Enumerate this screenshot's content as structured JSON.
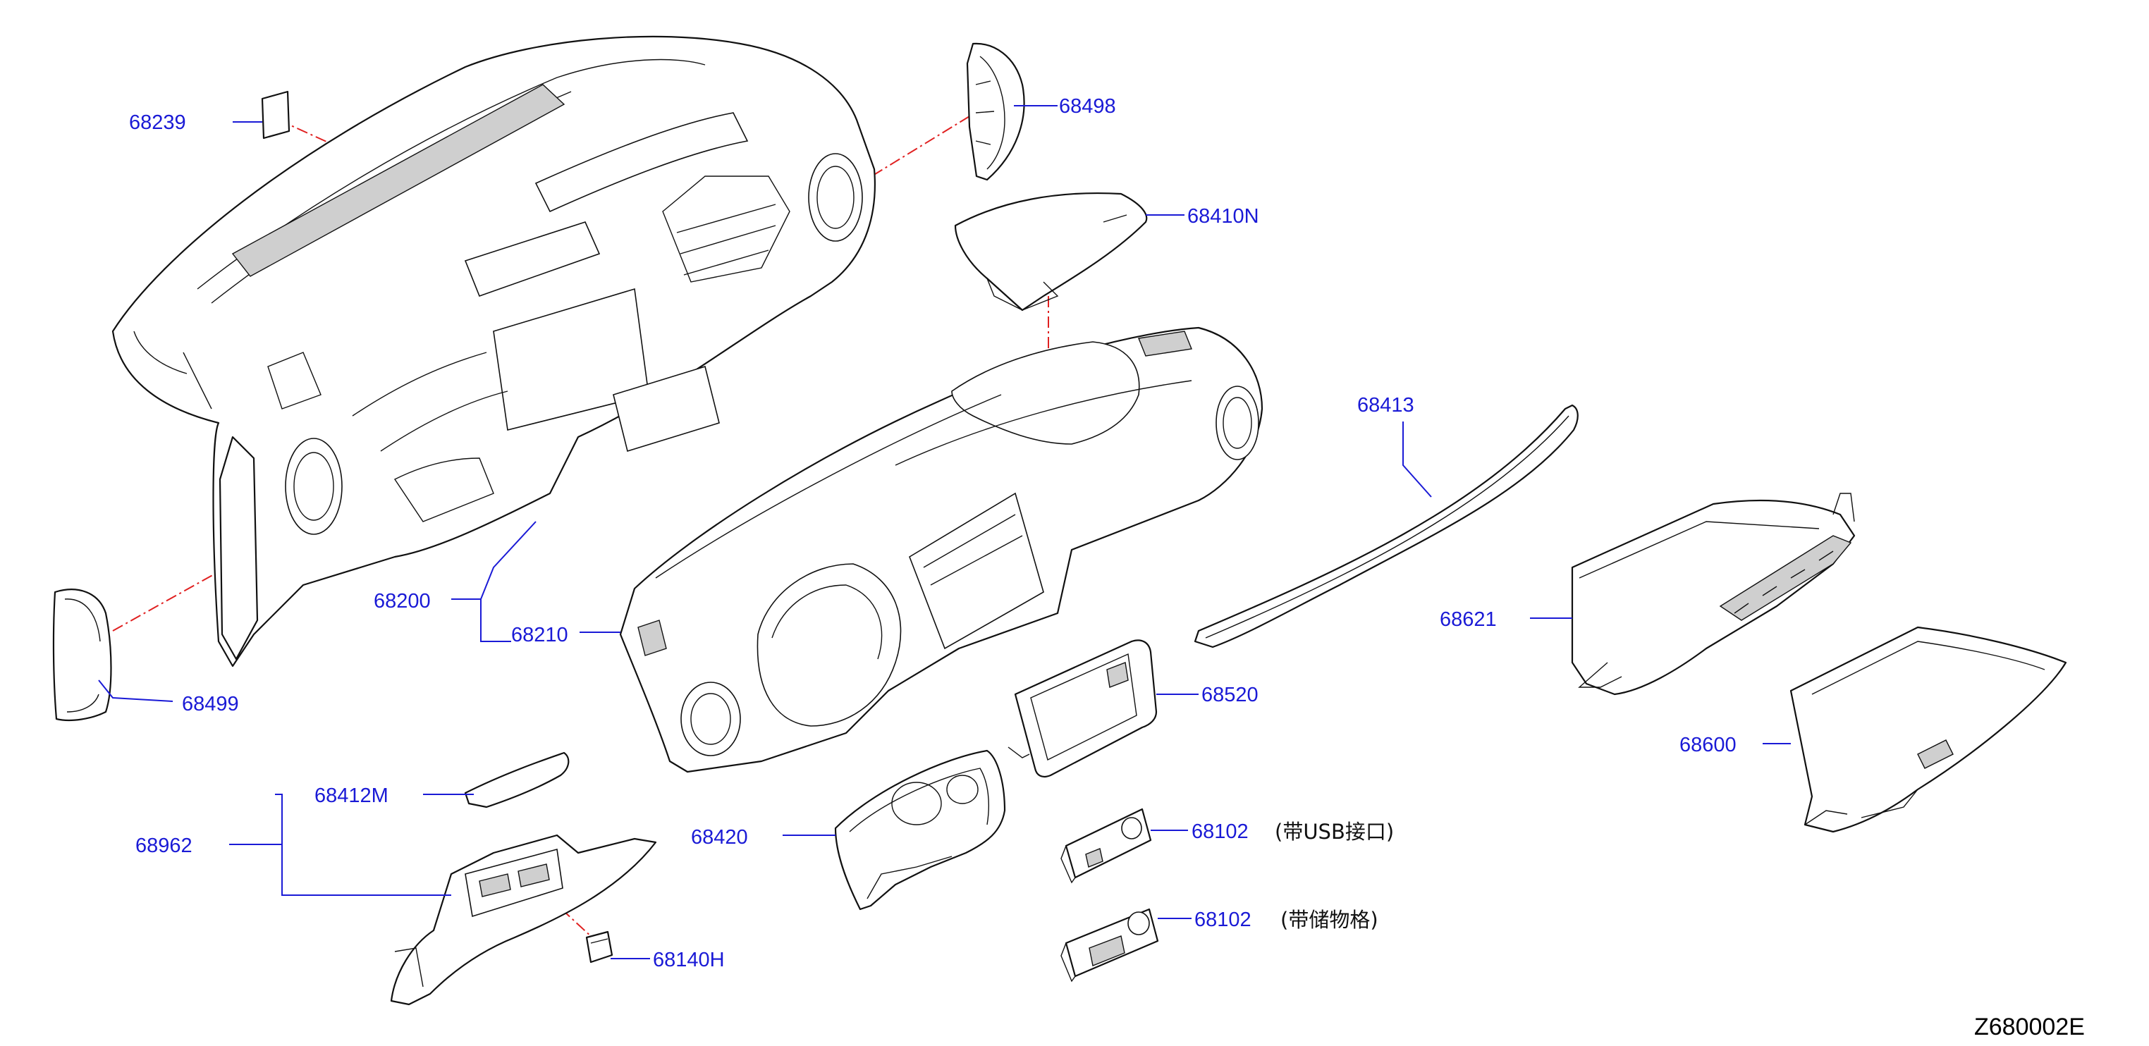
{
  "diagram": {
    "part_numbers": {
      "p68239": "68239",
      "p68498": "68498",
      "p68410N": "68410N",
      "p68413": "68413",
      "p68621": "68621",
      "p68200": "68200",
      "p68210": "68210",
      "p68499": "68499",
      "p68520": "68520",
      "p68600": "68600",
      "p68412M": "68412M",
      "p68962": "68962",
      "p68420": "68420",
      "p68102a": "68102",
      "p68102b": "68102",
      "p68140H": "68140H"
    },
    "notes": {
      "usb": "(带USB接口)",
      "storage": "(带储物格)"
    },
    "figure_code": "Z680002E",
    "colors": {
      "callout": "#1a1ad6",
      "leader": "#1a1ad6",
      "centerline": "#e02020",
      "outline": "#111111"
    }
  }
}
